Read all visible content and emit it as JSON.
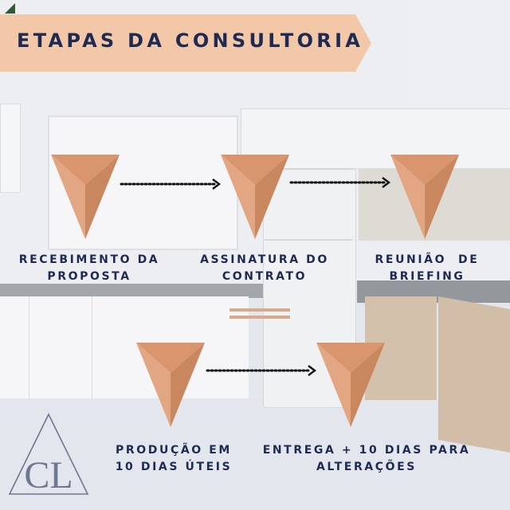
{
  "title": "ETAPAS DA CONSULTORIA",
  "colors": {
    "banner": "#f2c8a8",
    "text": "#1f2a52",
    "shape_top": "#d9966e",
    "shape_left": "#e2a682",
    "shape_right": "#c98760",
    "arrow": "#111111"
  },
  "steps": [
    {
      "label": "RECEBIMENTO DA\nPROPOSTA"
    },
    {
      "label": "ASSINATURA DO\nCONTRATO"
    },
    {
      "label": "REUNIÃO  DE\nBRIEFING"
    },
    {
      "label": "PRODUÇÃO EM\n10 DIAS ÚTEIS"
    },
    {
      "label": "ENTREGA + 10 DIAS PARA\nALTERAÇÕES"
    }
  ],
  "logo": {
    "letters": "CL"
  }
}
